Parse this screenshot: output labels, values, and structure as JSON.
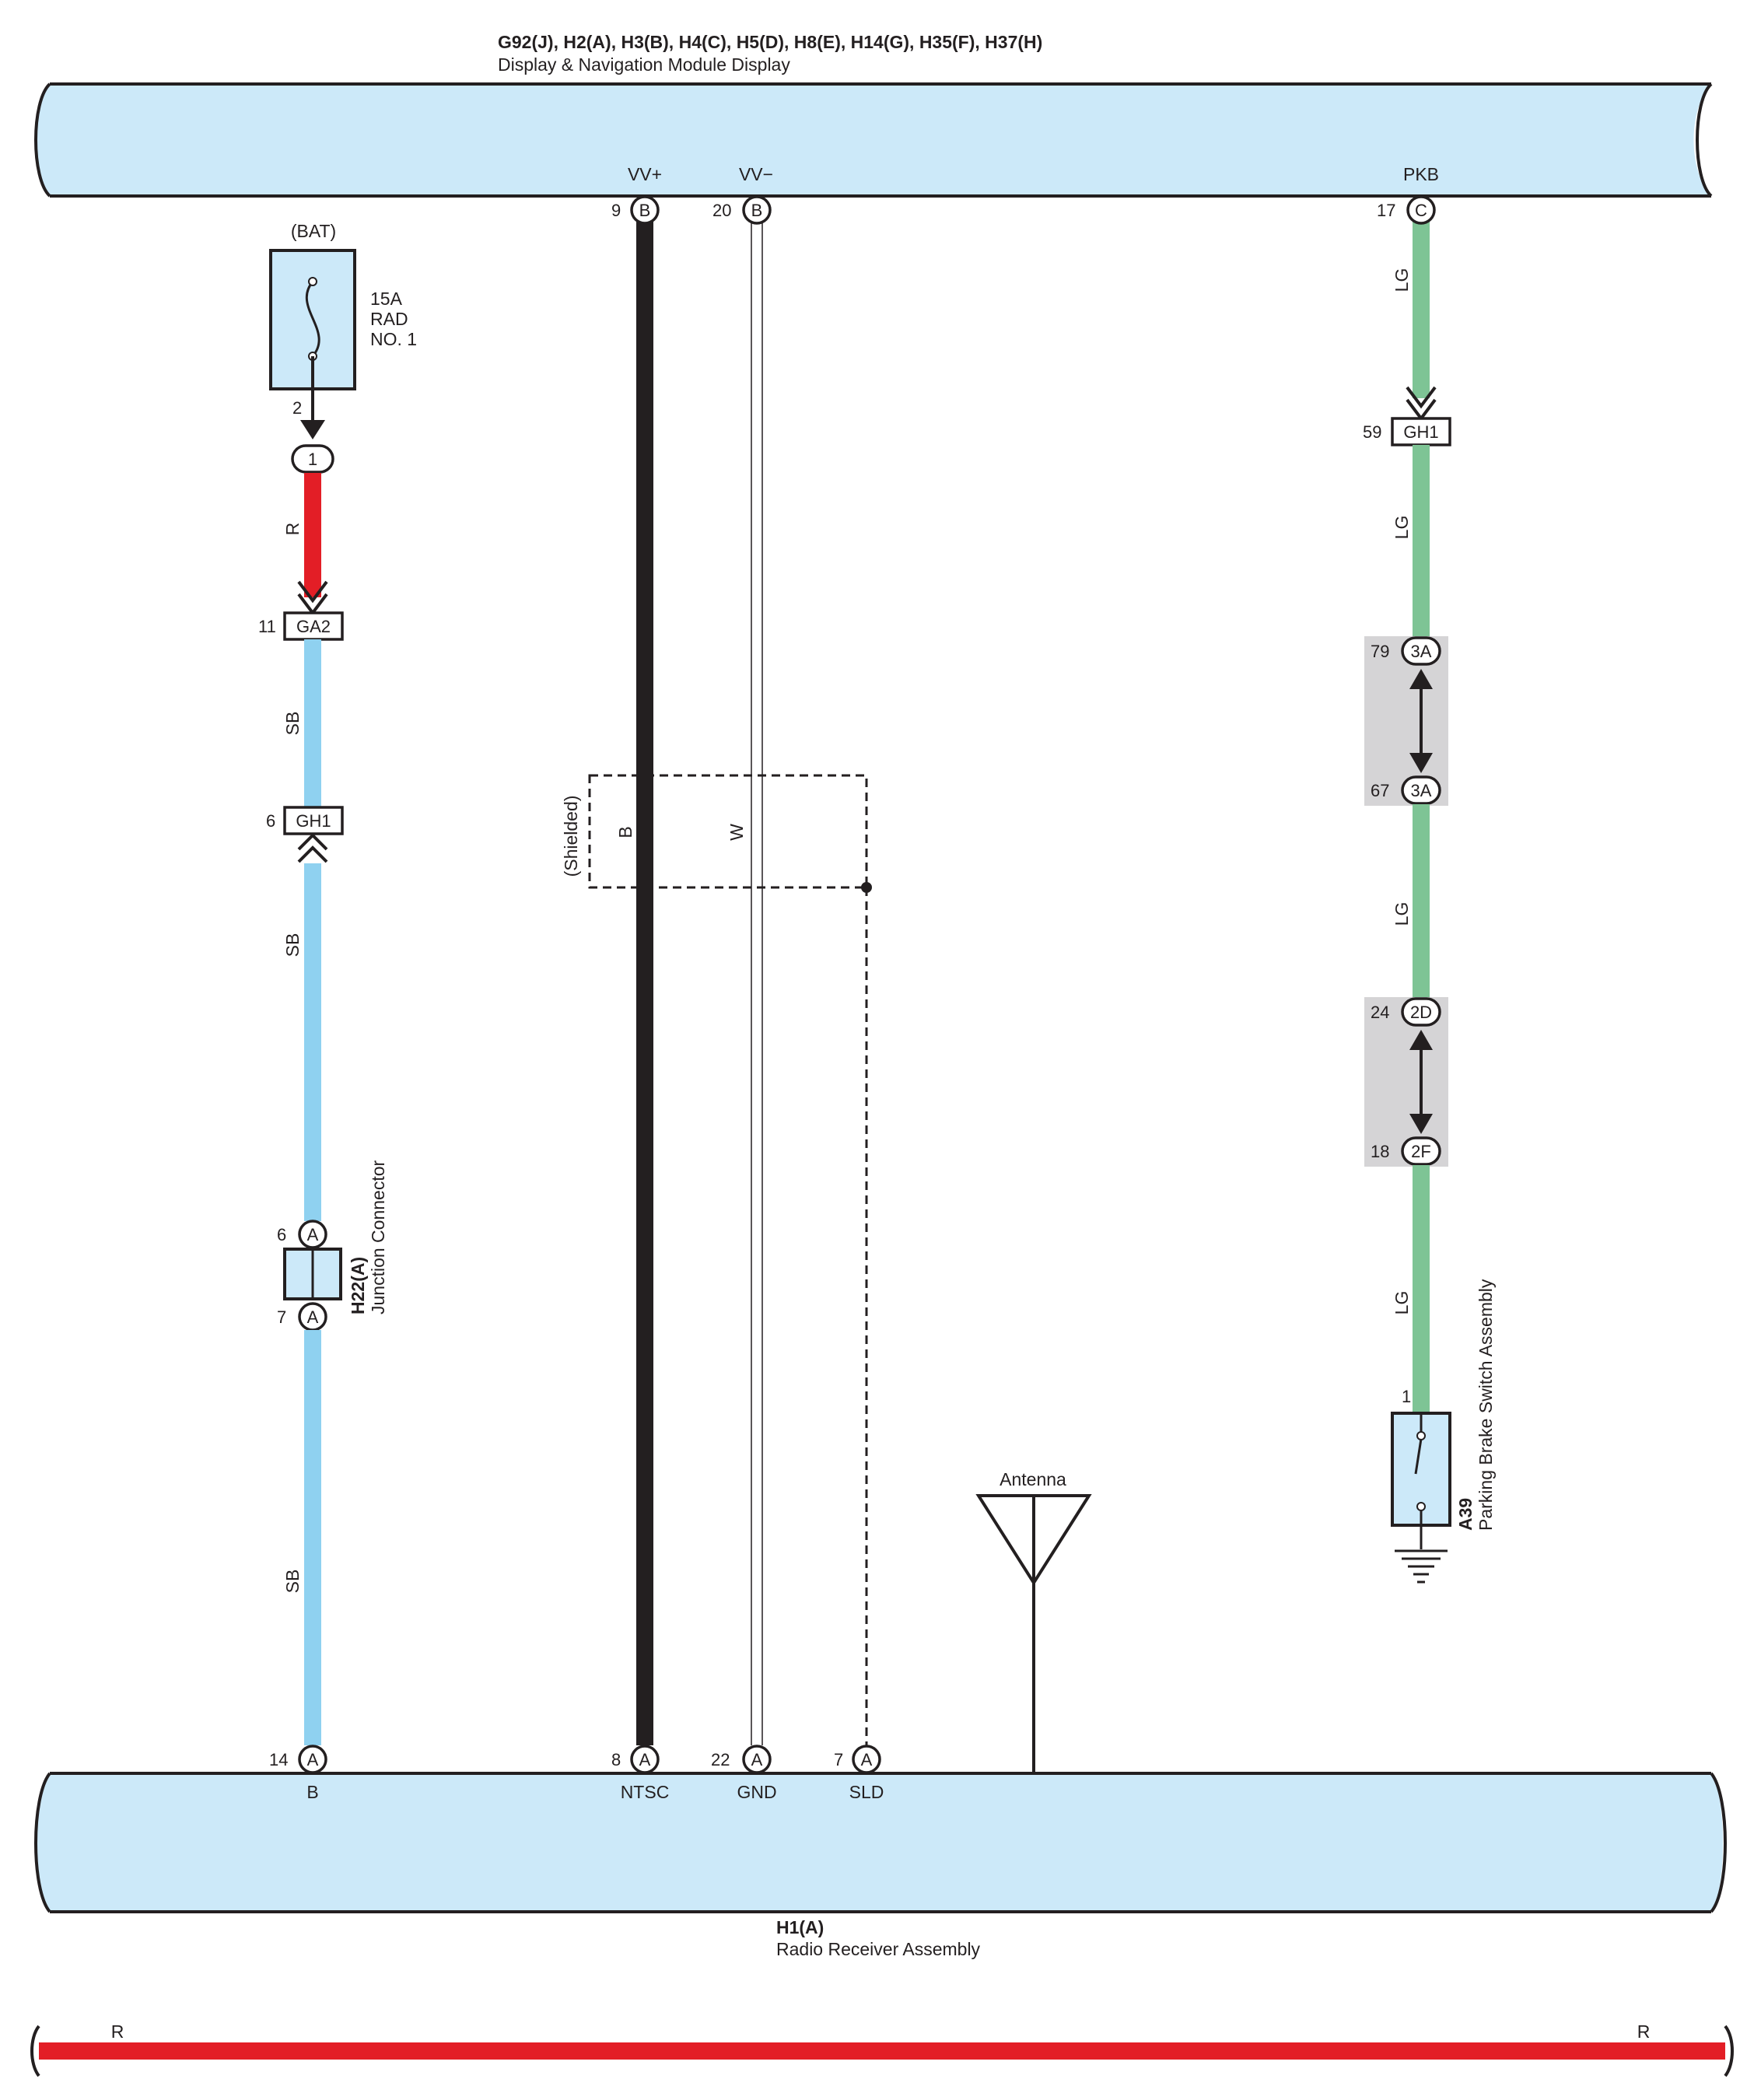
{
  "top_module": {
    "connectors": "G92(J), H2(A), H3(B), H4(C), H5(D), H8(E), H14(G), H35(F), H37(H)",
    "name": "Display & Navigation Module Display",
    "terminals": [
      {
        "name": "VV+",
        "pin": "9",
        "connector": "B"
      },
      {
        "name": "VV−",
        "pin": "20",
        "connector": "B"
      },
      {
        "name": "PKB",
        "pin": "17",
        "connector": "C"
      }
    ]
  },
  "bottom_module": {
    "connector": "H1(A)",
    "name": "Radio Receiver Assembly",
    "terminals": [
      {
        "name": "B",
        "pin": "14",
        "connector": "A"
      },
      {
        "name": "NTSC",
        "pin": "8",
        "connector": "A"
      },
      {
        "name": "GND",
        "pin": "22",
        "connector": "A"
      },
      {
        "name": "SLD",
        "pin": "7",
        "connector": "A"
      }
    ]
  },
  "fuse": {
    "source": "(BAT)",
    "rating": "15A",
    "name_line1": "RAD",
    "name_line2": "NO. 1",
    "out_pin": "2",
    "junction": "1"
  },
  "connectors": {
    "ga2": {
      "pin": "11",
      "label": "GA2"
    },
    "gh1_left": {
      "pin": "6",
      "label": "GH1"
    },
    "gh1_right": {
      "pin": "59",
      "label": "GH1"
    },
    "j3a_top": {
      "pin": "79",
      "label": "3A"
    },
    "j3a_bottom": {
      "pin": "67",
      "label": "3A"
    },
    "j2d": {
      "pin": "24",
      "label": "2D"
    },
    "j2f": {
      "pin": "18",
      "label": "2F"
    }
  },
  "junction_connector": {
    "id": "H22(A)",
    "name": "Junction Connector",
    "pin_top": "6",
    "pin_bottom": "7",
    "connector": "A"
  },
  "shield": {
    "label": "(Shielded)",
    "wire1": "B",
    "wire2": "W"
  },
  "antenna": {
    "label": "Antenna"
  },
  "parking_brake": {
    "id": "A39",
    "name": "Parking Brake Switch Assembly",
    "pin": "1"
  },
  "wire_colors": {
    "R": "#e31e26",
    "SB": "#8fd1f0",
    "B": "#231f20",
    "W": "#ffffff",
    "LG": "#7ec495"
  },
  "wire_labels": {
    "red": "R",
    "sb1": "SB",
    "sb2": "SB",
    "sb3": "SB",
    "lg1": "LG",
    "lg2": "LG",
    "lg3": "LG",
    "lg4": "LG",
    "bottom_left": "R",
    "bottom_right": "R"
  },
  "module_fill": "#cce9f9"
}
